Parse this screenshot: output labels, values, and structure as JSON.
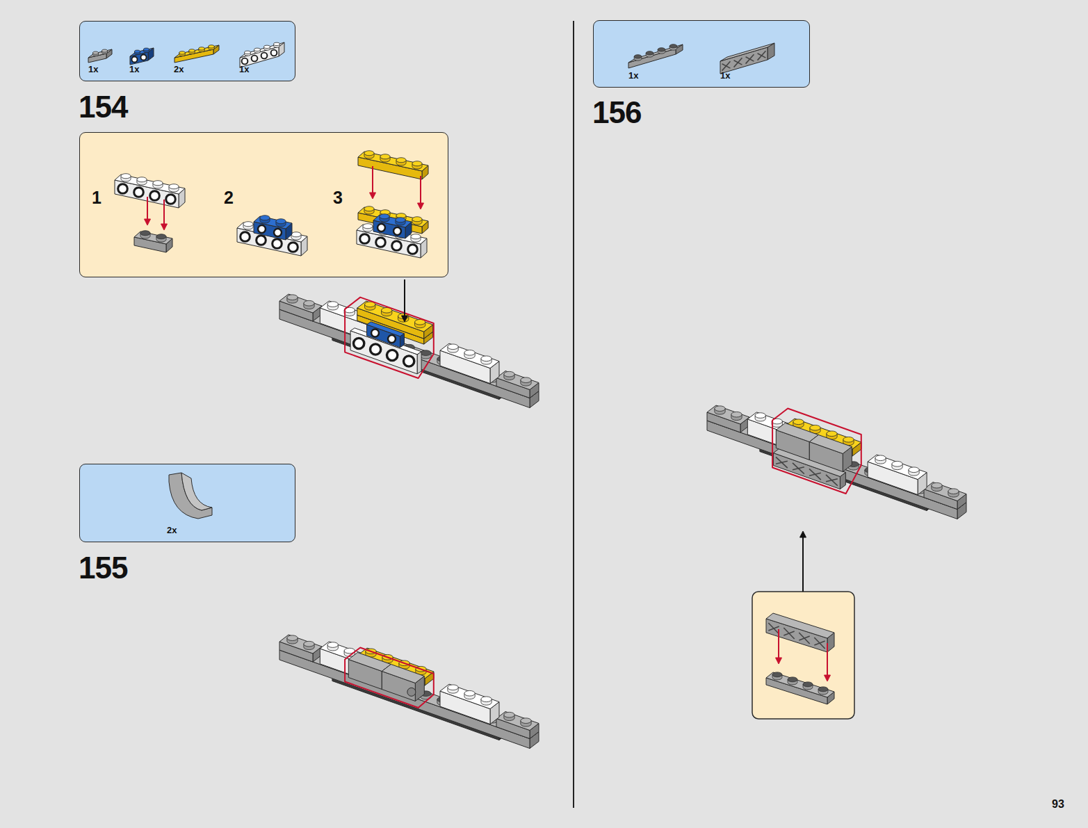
{
  "diagram": {
    "nodes": [
      {
        "text": [
          "1x",
          "1x",
          "2x",
          "1x"
        ]
      },
      {
        "text": [
          "1",
          "2",
          "3"
        ]
      },
      {
        "text": [
          "2x"
        ]
      },
      {
        "text": [
          "1x",
          "1x"
        ]
      }
    ],
    "labels": [
      "154",
      "155",
      "156",
      "93"
    ]
  }
}
